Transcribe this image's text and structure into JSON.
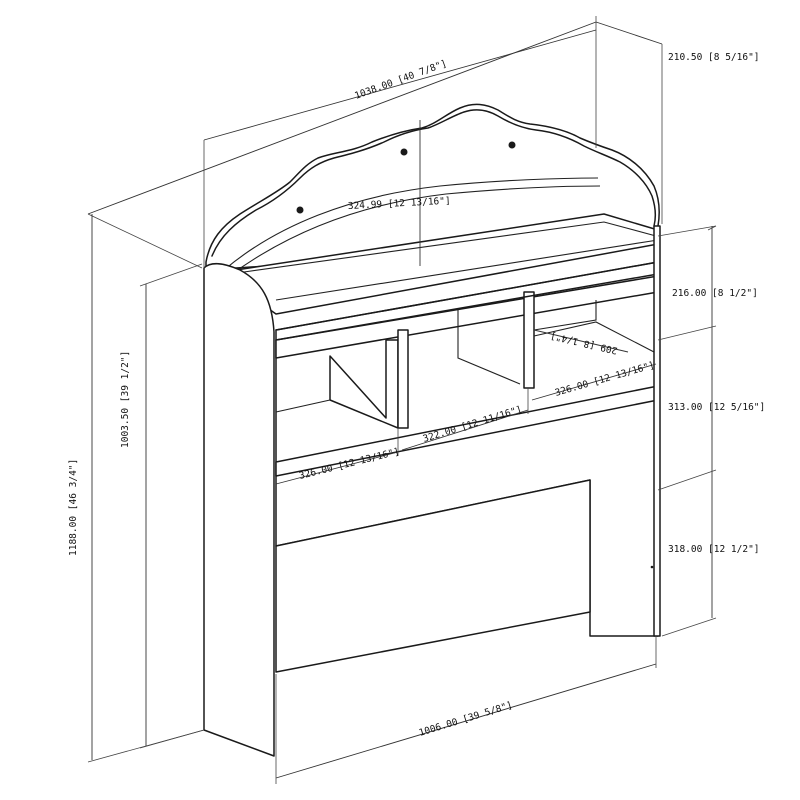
{
  "drawing": {
    "dimensions": {
      "total_width": "1038.00 [40 7/8\"]",
      "depth": "210.50 [8 5/16\"]",
      "arch_width": "324.99 [12 13/16\"]",
      "top_shelf_height": "216.00 [8 1/2\"]",
      "cubby_height": "313.00 [12 5/16\"]",
      "leg_height": "318.00 [12 1/2\"]",
      "inner_height": "1003.50 [39 1/2\"]",
      "total_height": "1188.00 [46 3/4\"]",
      "cubby_left_width": "326.00 [12 13/16\"]",
      "cubby_mid_width": "322.00 [12 11/16\"]",
      "cubby_right_width": "326.00 [12 13/16\"]",
      "shelf_depth": "209 [8 1/4\"]",
      "inner_width": "1006.00 [39 5/8\"]"
    }
  }
}
